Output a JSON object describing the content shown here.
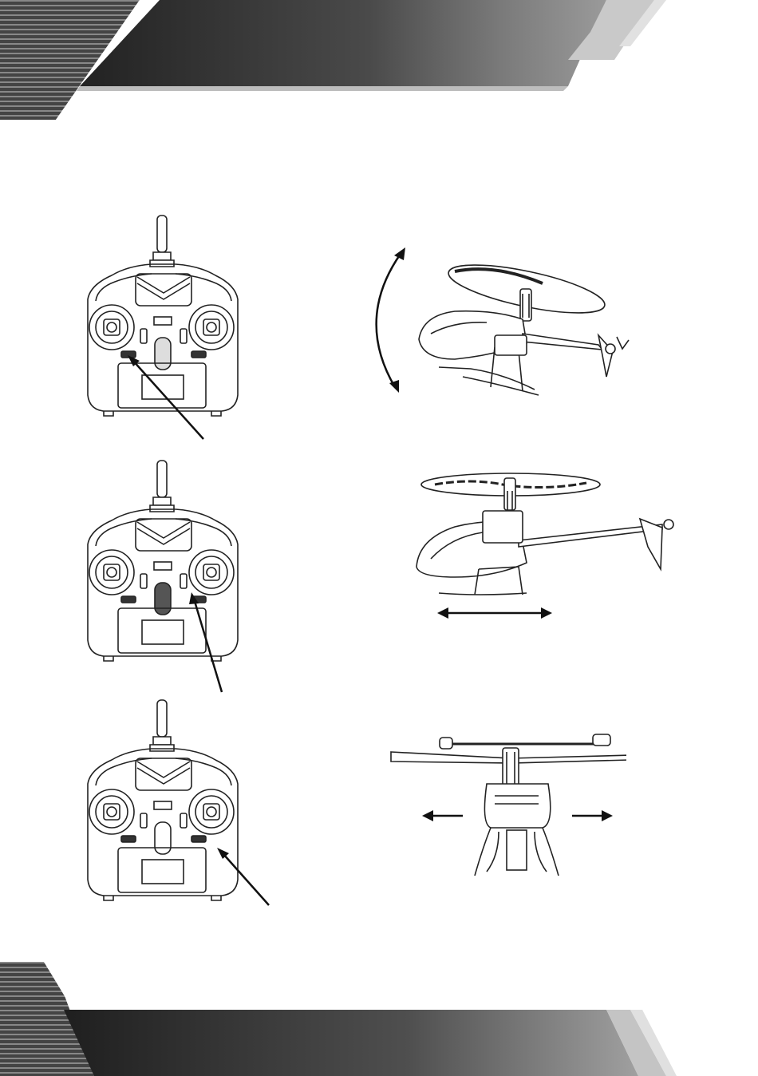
{
  "header": {
    "decoration": "gradient-stripe-band",
    "colors": {
      "dark": "#2b2b2b",
      "mid": "#6f6f6f",
      "light": "#cfcfcf"
    }
  },
  "footer": {
    "decoration": "gradient-stripe-band"
  },
  "figures": [
    {
      "transmitter": "transmitter-icon",
      "pointer_target": "left-trim-button",
      "motion": "pitch-arc-arrow",
      "view": "helicopter-tilted-side-view"
    },
    {
      "transmitter": "transmitter-icon",
      "pointer_target": "right-trim-button",
      "motion": "horizontal-double-arrow",
      "view": "helicopter-side-view"
    },
    {
      "transmitter": "transmitter-icon",
      "pointer_target": "right-lower-trim-button",
      "motion": "lateral-left-right-arrows",
      "view": "helicopter-front-view"
    }
  ]
}
